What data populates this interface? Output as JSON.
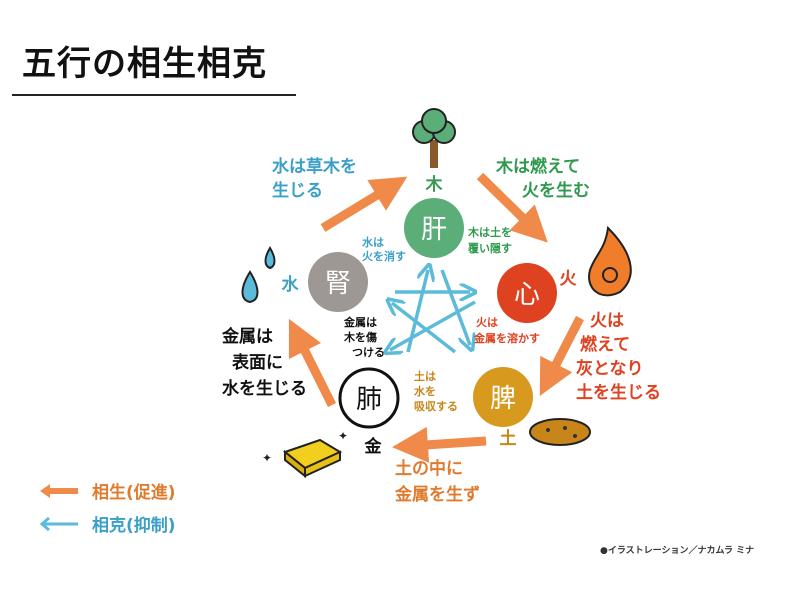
{
  "title": "五行の相生相克",
  "colors": {
    "wood": "#5cae79",
    "fire": "#df4220",
    "earth": "#d8991f",
    "metal": "#ffffff",
    "water": "#9e9894",
    "generate": "#ef8a4a",
    "control": "#5bbbd9"
  },
  "organs": {
    "wood": "肝",
    "fire": "心",
    "earth": "脾",
    "metal": "肺",
    "water": "腎"
  },
  "elements": {
    "wood": "木",
    "fire": "火",
    "earth": "土",
    "metal": "金",
    "water": "水"
  },
  "generation": {
    "water_wood": [
      "水は草木を",
      "生じる"
    ],
    "wood_fire": [
      "木は燃えて",
      "火を生む"
    ],
    "fire_earth": [
      "火は",
      "燃えて",
      "灰となり",
      "土を生じる"
    ],
    "earth_metal": [
      "土の中に",
      "金属を生ず"
    ],
    "metal_water": [
      "金属は",
      "表面に",
      "水を生じる"
    ]
  },
  "control": {
    "water_fire": [
      "水は",
      "火を消す"
    ],
    "wood_earth": [
      "木は土を",
      "覆い隠す"
    ],
    "fire_metal": [
      "火は",
      "金属を溶かす"
    ],
    "earth_water": [
      "土は",
      "水を",
      "吸収する"
    ],
    "metal_wood": [
      "金属は",
      "木を傷",
      "つける"
    ]
  },
  "legend": {
    "generate": "相生(促進)",
    "control": "相克(抑制)"
  },
  "credit": "●イラストレーション／ナカムラ ミナ"
}
